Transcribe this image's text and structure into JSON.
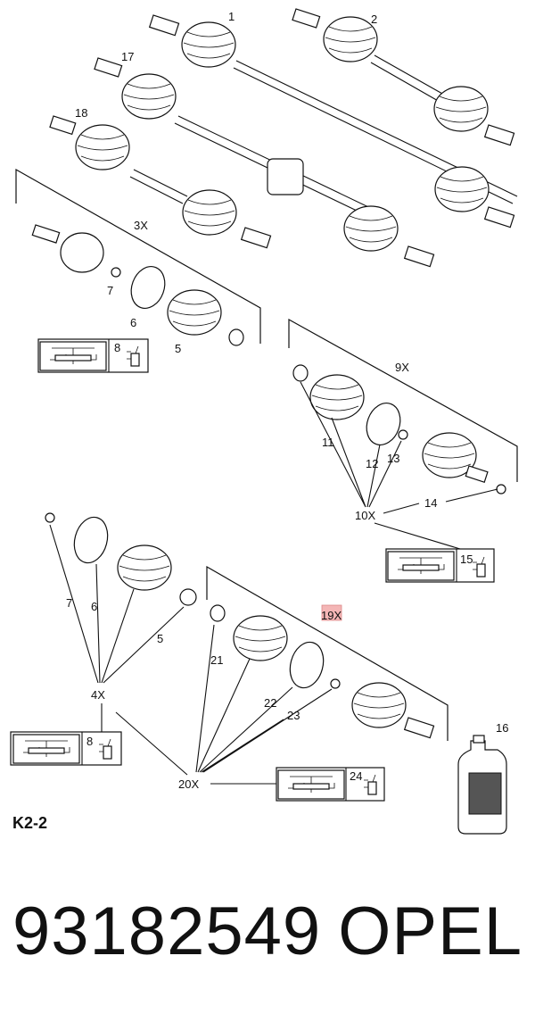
{
  "callouts": {
    "c1": "1",
    "c2": "2",
    "c17": "17",
    "c18": "18",
    "c3x": "3X",
    "c7a": "7",
    "c6a": "6",
    "c5a": "5",
    "c8a": "8",
    "c9x": "9X",
    "c11": "11",
    "c12": "12",
    "c13": "13",
    "c14": "14",
    "c10x": "10X",
    "c15": "15",
    "c7b": "7",
    "c6b": "6",
    "c5b": "5",
    "c4x": "4X",
    "c8b": "8",
    "c19x": "19X",
    "c21": "21",
    "c22": "22",
    "c23": "23",
    "c20x": "20X",
    "c24": "24",
    "c16": "16"
  },
  "sheet_code": "K2-2",
  "footer": {
    "part_number": "93182549",
    "brand": "OPEL"
  },
  "colors": {
    "line": "#111111",
    "highlight": "#f4b6b6"
  }
}
